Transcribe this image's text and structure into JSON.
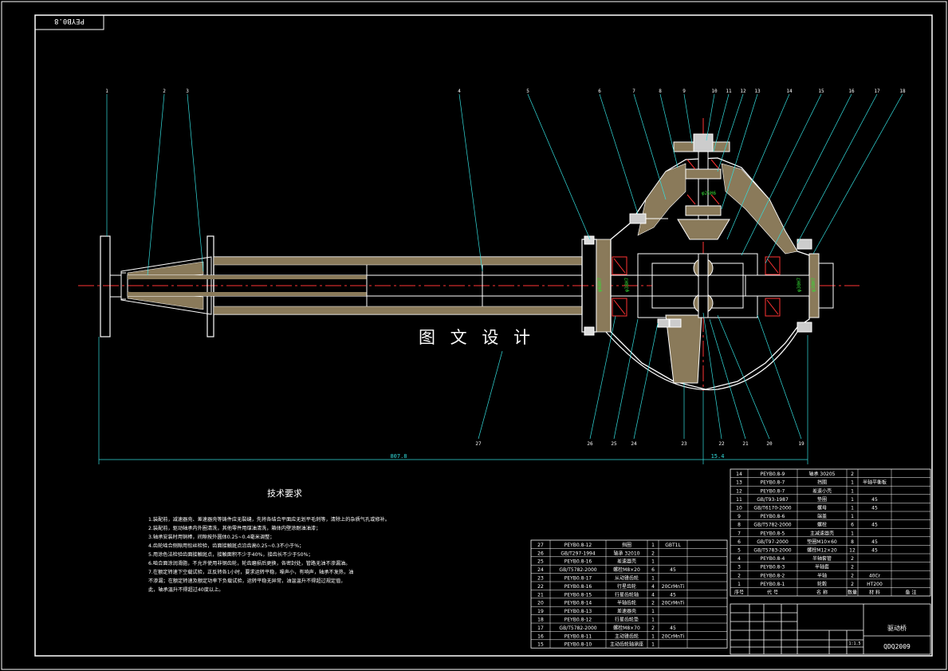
{
  "drawing": {
    "code_mirrored": "PEYB0.8",
    "watermark": "图 文 设 计",
    "dimensions": {
      "length": "807.8",
      "offset": "15.4"
    },
    "callouts_top": [
      "1",
      "2",
      "3",
      "4",
      "5",
      "6",
      "7",
      "8",
      "9",
      "10",
      "11",
      "12",
      "13",
      "14",
      "15",
      "16",
      "17",
      "18"
    ],
    "callouts_bottom": [
      "27",
      "26",
      "25",
      "24",
      "23",
      "22",
      "21",
      "20",
      "19"
    ],
    "section_labels": [
      "φ68H7",
      "φ38H7",
      "φ25H6",
      "φ30H7",
      "φ30H7"
    ]
  },
  "tech_requirements": {
    "title": "技术要求",
    "lines": [
      "1.装配前，减速器壳、差速器壳等铸件应无裂缝，先将各结合平面应无划平毛刺等，清除上的杂质气孔或修补。",
      "2.装配前，驱动轴承内外圈清洗，其他零件用煤油清洗，箱体内壁涂耐油油漆；",
      "3.轴承安装时用铜棒，间隙按外圆体0.25~0.4毫米调整；",
      "4.齿轮啮合侧隙用铅丝检验，齿面接触斑点沿齿高0.25~0.3不小于%；",
      "5.用涂色法检验齿面接触斑点，接触面积不少于40%，接齿长不少于50%；",
      "6.啮合面涂润滑脂，不允许使用非钢齿轮，轮齿磨损后更换，各密封处，管路无油不渗漏油。",
      "7.在额定转速下空载试验，正反转各1小时，要求运转平稳，噪声小，有响声，轴承不发热，油",
      "  不渗漏；在额定转速及额定功率下负载试验，运转平稳无异常，油温温升不得超过规定值，",
      "  此，轴承温升不得超过40度以上。"
    ]
  },
  "bom_left": {
    "rows": [
      [
        "27",
        "PEYB0.8-12",
        "挡圈",
        "1",
        "GBT1L",
        ""
      ],
      [
        "26",
        "GB/T297-1994",
        "轴承 32010",
        "2",
        "",
        ""
      ],
      [
        "25",
        "PEYB0.8-16",
        "差速器壳",
        "1",
        "",
        ""
      ],
      [
        "24",
        "GB/T5782-2000",
        "螺栓M8×20",
        "6",
        "45",
        ""
      ],
      [
        "23",
        "PEYB0.8-17",
        "从动锥齿轮",
        "1",
        "",
        ""
      ],
      [
        "22",
        "PEYB0.8-16",
        "行星齿轮",
        "4",
        "20CrMnTi",
        ""
      ],
      [
        "21",
        "PEYB0.8-15",
        "行星齿轮轴",
        "4",
        "45",
        ""
      ],
      [
        "20",
        "PEYB0.8-14",
        "半轴齿轮",
        "2",
        "20CrMnTi",
        ""
      ],
      [
        "19",
        "PEYB0.8-13",
        "差速器壳",
        "1",
        "",
        ""
      ],
      [
        "18",
        "PEYB0.8-12",
        "行星齿轮垫",
        "1",
        "",
        ""
      ],
      [
        "17",
        "GB/T5782-2000",
        "螺栓M8×70",
        "2",
        "45",
        ""
      ],
      [
        "16",
        "PEYB0.8-11",
        "主动锥齿轮",
        "1",
        "20CrMnTi",
        ""
      ],
      [
        "15",
        "PEYB0.8-10",
        "主动齿轮轴承座",
        "1",
        "",
        ""
      ]
    ]
  },
  "bom_right": {
    "rows": [
      [
        "14",
        "PEYB0.8-9",
        "轴承 30205",
        "2",
        "",
        ""
      ],
      [
        "13",
        "PEYB0.8-7",
        "挡圈",
        "1",
        "半轴平衡板",
        ""
      ],
      [
        "12",
        "PEYB0.8-7",
        "差速小壳",
        "1",
        "",
        ""
      ],
      [
        "11",
        "GB/T93-1987",
        "垫圈",
        "1",
        "45",
        ""
      ],
      [
        "10",
        "GB/T6170-2000",
        "螺母",
        "1",
        "45",
        ""
      ],
      [
        "9",
        "PEYB0.8-6",
        "端盖",
        "1",
        "",
        ""
      ],
      [
        "8",
        "GB/T5782-2000",
        "螺栓",
        "6",
        "45",
        ""
      ],
      [
        "7",
        "PEYB0.8-5",
        "主减速器壳",
        "1",
        "",
        ""
      ],
      [
        "6",
        "GB/T97-2000",
        "垫圈M10×60",
        "8",
        "45",
        ""
      ],
      [
        "5",
        "GB/T5783-2000",
        "螺栓M12×20",
        "12",
        "45",
        ""
      ],
      [
        "4",
        "PEYB0.8-4",
        "半轴套管",
        "2",
        "",
        ""
      ],
      [
        "3",
        "PEYB0.8-3",
        "半轴套",
        "2",
        "",
        ""
      ],
      [
        "2",
        "PEYB0.8-2",
        "半轴",
        "2",
        "40Cr",
        ""
      ],
      [
        "1",
        "PEYB0.8-1",
        "轮毂",
        "2",
        "HT200",
        ""
      ]
    ],
    "header": [
      "序号",
      "代  号",
      "名  称",
      "数量",
      "材  料",
      "备  注"
    ]
  },
  "title_block": {
    "name": "驱动桥",
    "code": "QDQ2009",
    "scale": "1:1.5"
  }
}
